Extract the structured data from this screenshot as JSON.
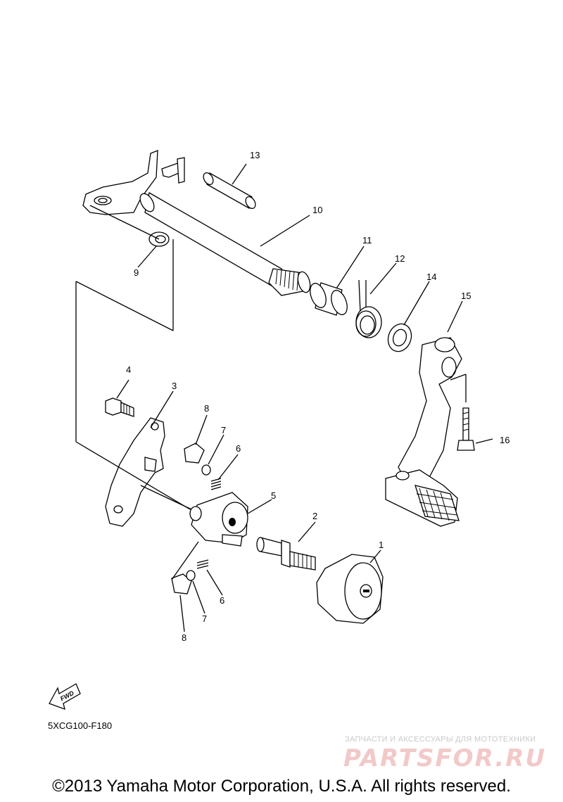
{
  "callouts": [
    {
      "id": "c1",
      "label": "1"
    },
    {
      "id": "c2",
      "label": "2"
    },
    {
      "id": "c3",
      "label": "3"
    },
    {
      "id": "c4",
      "label": "4"
    },
    {
      "id": "c5",
      "label": "5"
    },
    {
      "id": "c6a",
      "label": "6"
    },
    {
      "id": "c6b",
      "label": "6"
    },
    {
      "id": "c7a",
      "label": "7"
    },
    {
      "id": "c7b",
      "label": "7"
    },
    {
      "id": "c8a",
      "label": "8"
    },
    {
      "id": "c8b",
      "label": "8"
    },
    {
      "id": "c9",
      "label": "9"
    },
    {
      "id": "c10",
      "label": "10"
    },
    {
      "id": "c11",
      "label": "11"
    },
    {
      "id": "c12",
      "label": "12"
    },
    {
      "id": "c13",
      "label": "13"
    },
    {
      "id": "c14",
      "label": "14"
    },
    {
      "id": "c15",
      "label": "15"
    },
    {
      "id": "c16",
      "label": "16"
    }
  ],
  "fwd_badge": "FWD",
  "diagram_code": "5XCG100-F180",
  "watermark": {
    "tagline": "ЗАПЧАСТИ И АКСЕССУАРЫ ДЛЯ МОТОТЕХНИКИ",
    "logo": "PARTSFOR.RU"
  },
  "copyright": "©2013 Yamaha Motor Corporation, U.S.A. All rights reserved."
}
